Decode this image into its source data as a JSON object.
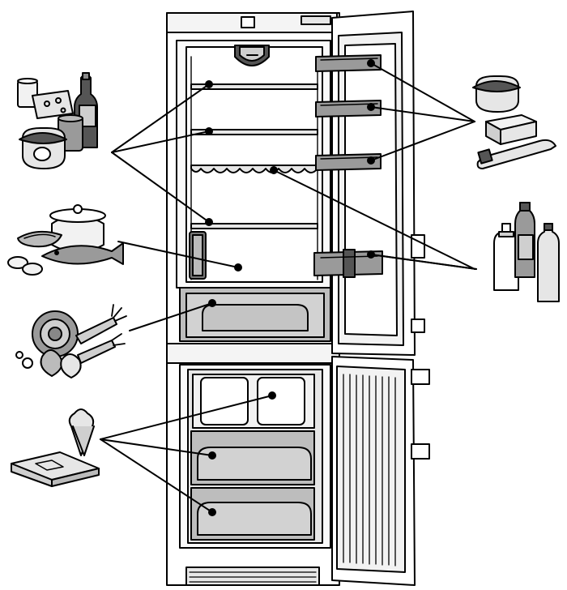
{
  "diagram": {
    "colors": {
      "line": "#000000",
      "body": "#ffffff",
      "panel_light": "#eeeeee",
      "panel_mid": "#cfcfcf",
      "panel_dark": "#9a9a9a",
      "food_light": "#e6e6e6",
      "food_dark": "#8a8a8a"
    },
    "callout_groups": [
      {
        "name": "dairy-and-preserves",
        "side": "left",
        "target_count": 3
      },
      {
        "name": "fish-and-meat",
        "side": "left",
        "target_count": 1
      },
      {
        "name": "vegetables",
        "side": "left",
        "target_count": 1
      },
      {
        "name": "frozen-goods",
        "side": "left",
        "target_count": 3
      },
      {
        "name": "butter-and-tubes",
        "side": "right",
        "target_count": 3
      },
      {
        "name": "bottles",
        "side": "right",
        "target_count": 2
      }
    ]
  }
}
